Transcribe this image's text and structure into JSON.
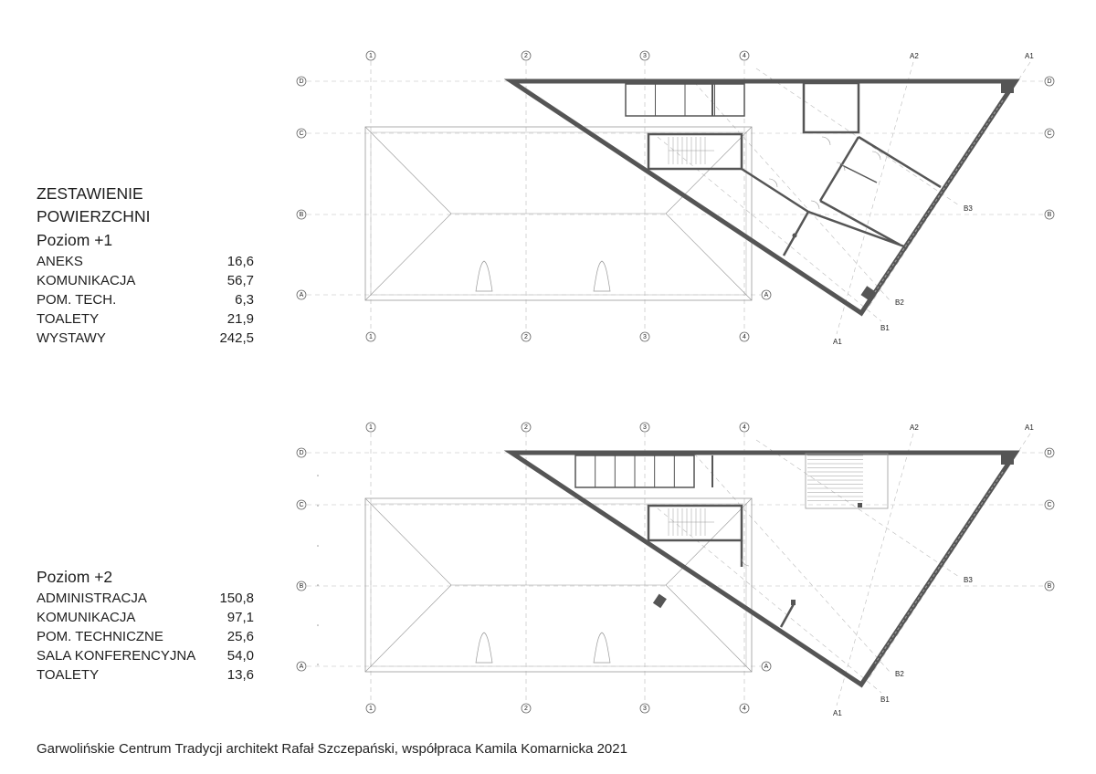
{
  "summary": {
    "title_line1": "ZESTAWIENIE",
    "title_line2": "POWIERZCHNI"
  },
  "level1": {
    "label": "Poziom +1",
    "rows": [
      {
        "name": "ANEKS",
        "area": "16,6"
      },
      {
        "name": "KOMUNIKACJA",
        "area": "56,7"
      },
      {
        "name": "POM. TECH.",
        "area": "6,3"
      },
      {
        "name": "TOALETY",
        "area": "21,9"
      },
      {
        "name": "WYSTAWY",
        "area": "242,5"
      }
    ]
  },
  "level2": {
    "label": "Poziom +2",
    "rows": [
      {
        "name": "ADMINISTRACJA",
        "area": "150,8"
      },
      {
        "name": "KOMUNIKACJA",
        "area": "97,1"
      },
      {
        "name": "POM. TECHNICZNE",
        "area": "25,6"
      },
      {
        "name": "SALA KONFERENCYJNA",
        "area": "54,0"
      },
      {
        "name": "TOALETY",
        "area": "13,6"
      }
    ]
  },
  "grid": {
    "columns": [
      "1",
      "2",
      "3",
      "4"
    ],
    "rows": [
      "D",
      "C",
      "B",
      "A"
    ],
    "diagonal_tags": [
      "A2",
      "A1",
      "B3",
      "B2",
      "B1"
    ]
  },
  "credit": "Garwolińskie Centrum Tradycji  architekt Rafał Szczepański, współpraca Kamila Komarnicka 2021",
  "colors": {
    "wall": "#555555",
    "grid": "#bbbbbb",
    "line": "#999999"
  }
}
